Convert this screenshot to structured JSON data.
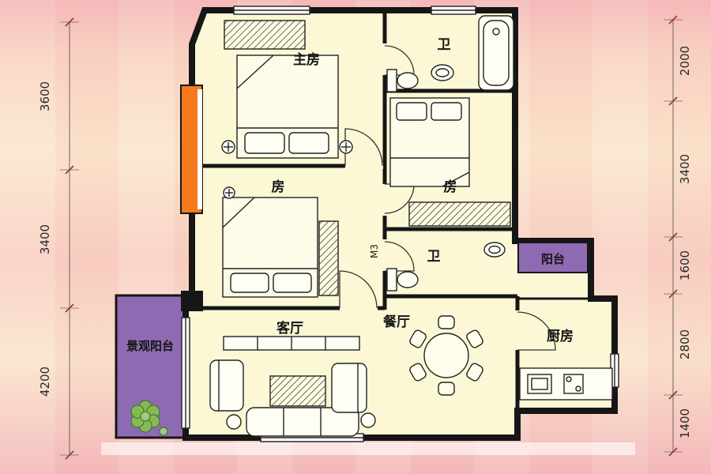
{
  "plan": {
    "rooms": {
      "master": "主房",
      "bath_top": "卫",
      "room_left": "房",
      "room_right": "房",
      "bath_mid": "卫",
      "balcony": "阳台",
      "kitchen": "厨房",
      "dining": "餐厅",
      "living": "客厅",
      "view_balcony": "景观阳台",
      "door_code": "M3"
    },
    "dims_left": [
      "3600",
      "3400",
      "4200"
    ],
    "dims_right": [
      "2000",
      "3400",
      "1600",
      "2800",
      "1400"
    ],
    "colors": {
      "wall": "#161616",
      "floor": "#fcf8d5",
      "balcony_purple": "#8d6ab2",
      "bay_orange": "#f4791f",
      "bg_pink": "#f5b9ba",
      "bg_peach": "#fbe7cd",
      "plant_green": "#8bc34a"
    }
  }
}
